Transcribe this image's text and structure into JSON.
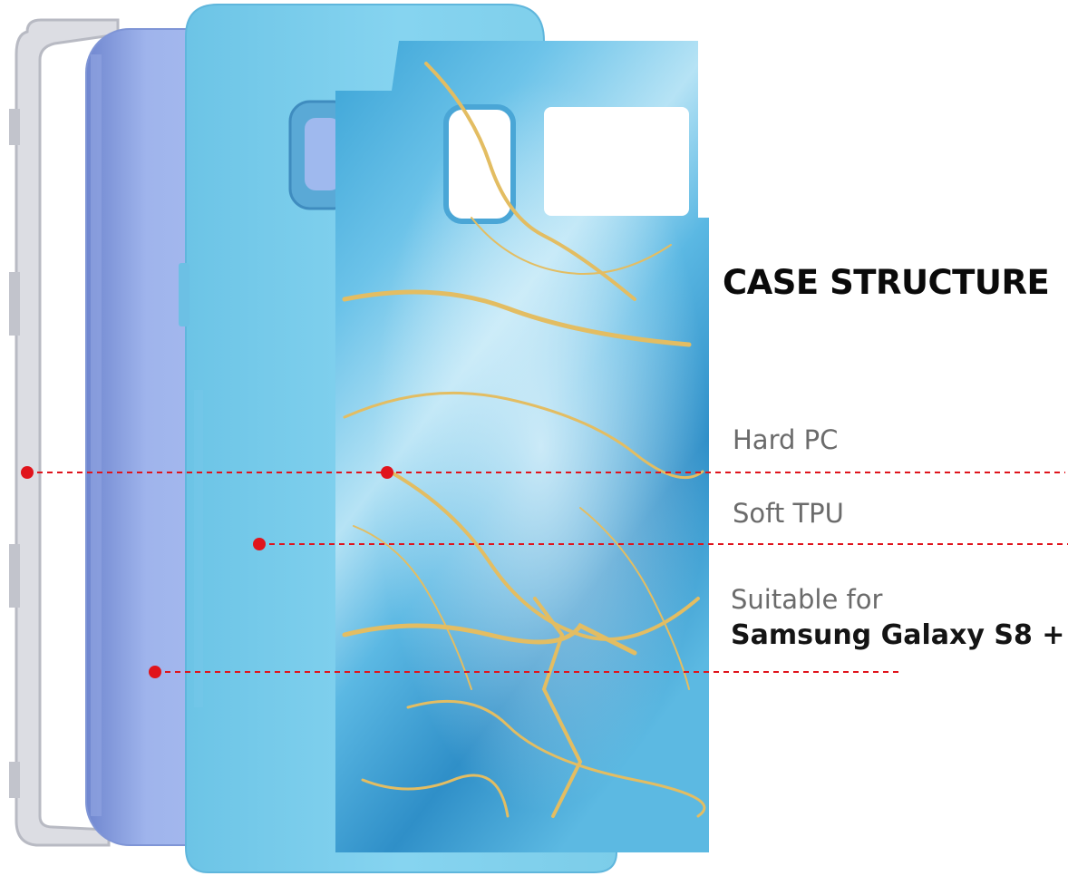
{
  "heading": "CASE STRUCTURE",
  "layers": [
    {
      "label": "Hard PC"
    },
    {
      "label": "Soft TPU"
    }
  ],
  "compatibility": {
    "prefix": "Suitable for",
    "model": "Samsung Galaxy S8 +"
  },
  "colors": {
    "background": "#ffffff",
    "heading": "#0a0a0a",
    "label": "#6b6b6b",
    "callout": "#e0141c",
    "tpu_blue": "#7fd0ee",
    "marble_blue": "#4fb6e0",
    "gold_vein": "#e3bd62",
    "phone_blue": "#8fa6e2",
    "frame_gray": "#c7c9d0"
  },
  "icons": [
    "transparent-frame",
    "phone-back",
    "tpu-inner-case",
    "marble-hard-shell"
  ]
}
